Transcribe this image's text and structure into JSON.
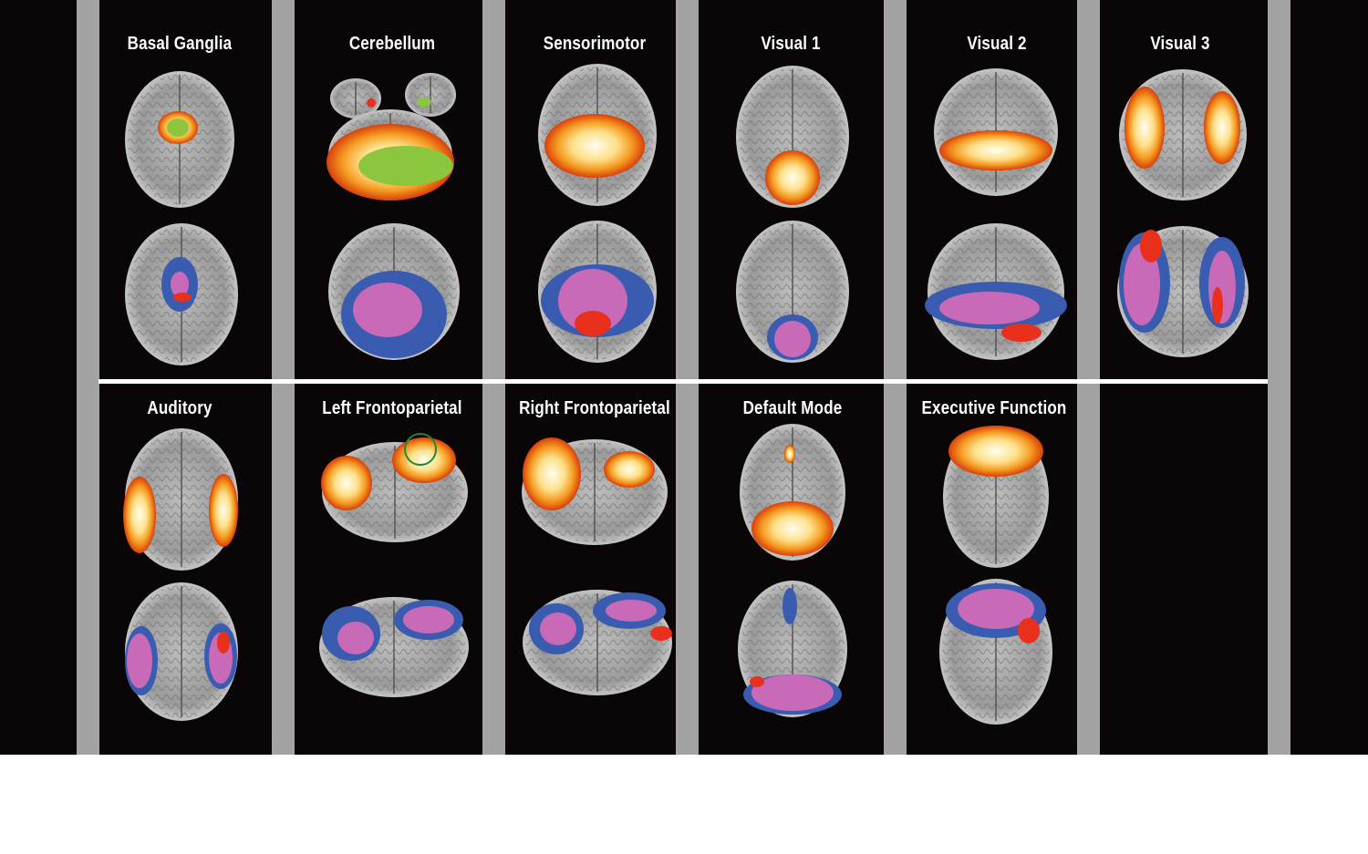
{
  "figure": {
    "panels": [
      {
        "title": "Basal Ganglia",
        "view": "axial"
      },
      {
        "title": "Cerebellum",
        "view": "axial"
      },
      {
        "title": "Sensorimotor",
        "view": "axial"
      },
      {
        "title": "Visual 1",
        "view": "axial"
      },
      {
        "title": "Visual 2",
        "view": "coronal"
      },
      {
        "title": "Visual 3",
        "view": "coronal"
      },
      {
        "title": "Auditory",
        "view": "axial"
      },
      {
        "title": "Left Frontoparietal",
        "view": "sagittal"
      },
      {
        "title": "Right Frontoparietal",
        "view": "sagittal"
      },
      {
        "title": "Default Mode",
        "view": "axial"
      },
      {
        "title": "Executive Function",
        "view": "axial"
      }
    ],
    "colors": {
      "background": "#0a0506",
      "divider": "#a3a3a3",
      "activation_hot": "#f7c030",
      "activation_edge": "#e04010",
      "overlap_pink": "#c86ab8",
      "map_blue": "#3a5cb0",
      "map_red": "#e8301c",
      "map_green": "#8cc63f"
    }
  }
}
